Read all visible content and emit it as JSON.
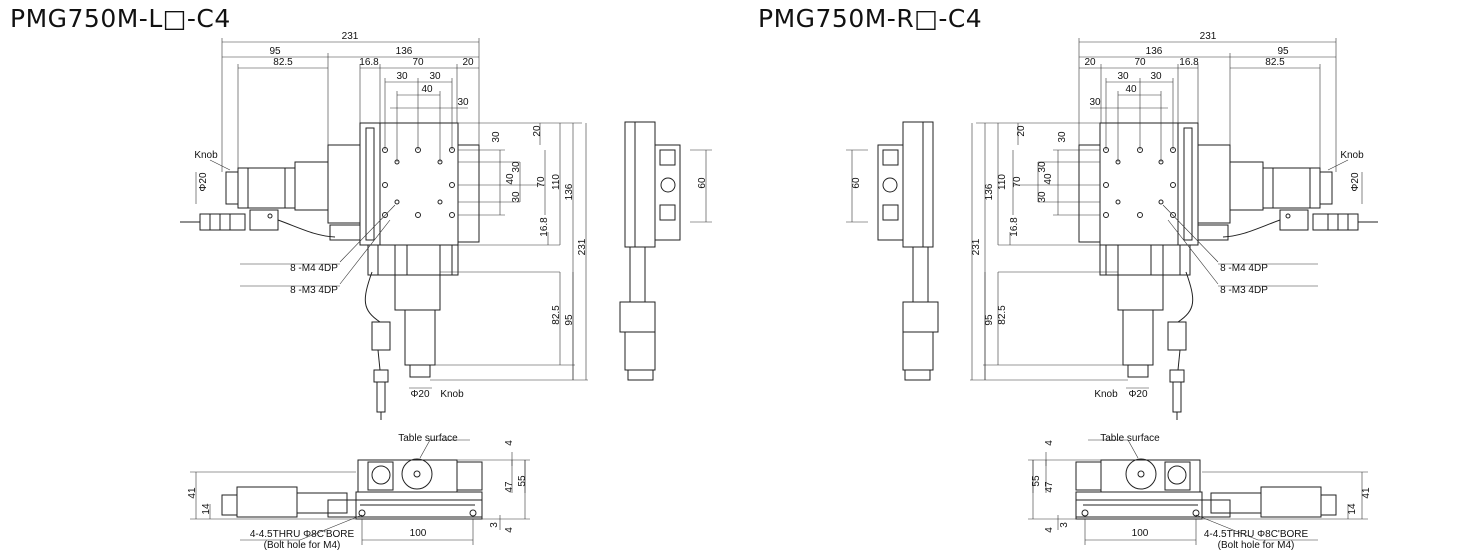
{
  "left": {
    "title": "PMG750M-L□-C4"
  },
  "right": {
    "title": "PMG750M-R□-C4"
  },
  "labels": {
    "overall_width": "231",
    "motor_offset": "95",
    "stage_width": "136",
    "motor_offset_inner": "82.5",
    "edge_offset": "16.8",
    "table_width": "70",
    "rail_width": "20",
    "hole_pitch": "30",
    "hole_pitch_inner": "40",
    "edge_top": "20",
    "table_height": "70",
    "stage_depth": "110",
    "stage_length": "136",
    "overall_height": "231",
    "side_height": "60",
    "knob_dia": "Φ20",
    "knob": "Knob",
    "tap_m4": "8 -M4 4DP",
    "tap_m3": "8 -M3 4DP",
    "table_surface": "Table surface",
    "base_height": "41",
    "axis_height": "14",
    "top_gap": "4",
    "body_height": "47",
    "total_height": "55",
    "base_step": "3",
    "bolt_pitch": "100",
    "bolt_hole": "4-4.5THRU Φ8C'BORE",
    "bolt_note": "(Bolt hole for M4)"
  },
  "colors": {
    "line": "#222222",
    "background": "#ffffff"
  }
}
